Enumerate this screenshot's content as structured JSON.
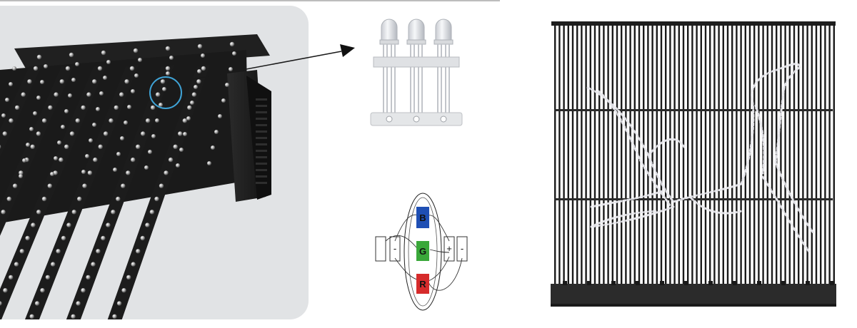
{
  "diagram": {
    "chip_labels": {
      "blue": "B",
      "green": "G",
      "red": "R"
    },
    "terminal_signs": {
      "left_outer": "",
      "left_inner": "-",
      "right_inner": "+",
      "right_outer": "-"
    }
  },
  "colors": {
    "panel_bg": "#e1e3e5",
    "strip_dark": "#1d1d1d",
    "highlight_circle": "#3fa3d6",
    "chip_blue": "#1f4fb4",
    "chip_green": "#3aa83a",
    "chip_red": "#d62b2b"
  }
}
